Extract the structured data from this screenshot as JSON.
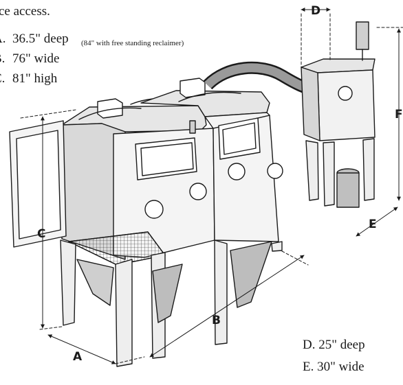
{
  "intro_fragment": "ce access.",
  "spec_a": {
    "marker": "A.",
    "value": "36.5\" deep",
    "note": "(84\" with free standing reclaimer)"
  },
  "spec_b": {
    "marker": "B.",
    "value": "76\" wide"
  },
  "spec_c": {
    "marker": "C.",
    "value": "81\" high"
  },
  "spec_d": "D. 25\" deep",
  "spec_e": "E. 30\" wide",
  "dimension_labels": {
    "a": "A",
    "b": "B",
    "c": "C",
    "d": "D",
    "e": "E",
    "f": "F"
  }
}
